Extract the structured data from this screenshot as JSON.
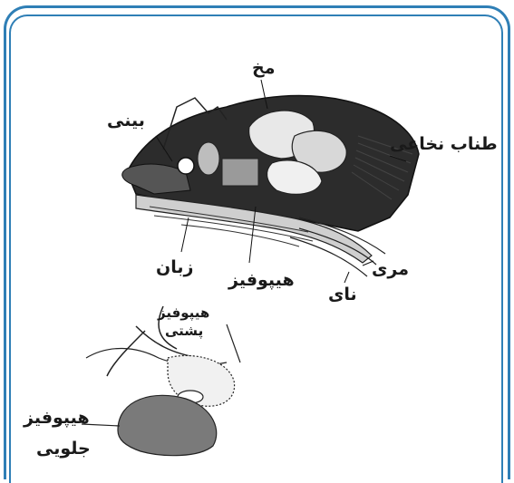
{
  "labels": {
    "brain": "مخ",
    "nose": "بینی",
    "spinal_cord": "طناب نخاعی",
    "tongue": "زبان",
    "hypophysis": "هیپوفیز",
    "esophagus": "مری",
    "trachea": "نای",
    "posterior_hypophysis_line1": "هیپوفیز",
    "posterior_hypophysis_line2": "پشتی",
    "anterior_hypophysis_line1": "هیپوفیز",
    "anterior_hypophysis_line2": "جلویی"
  },
  "colors": {
    "frame": "#2f7fb6",
    "ink": "#1a1a1a",
    "anterior_lobe": "#7a7a7a"
  }
}
